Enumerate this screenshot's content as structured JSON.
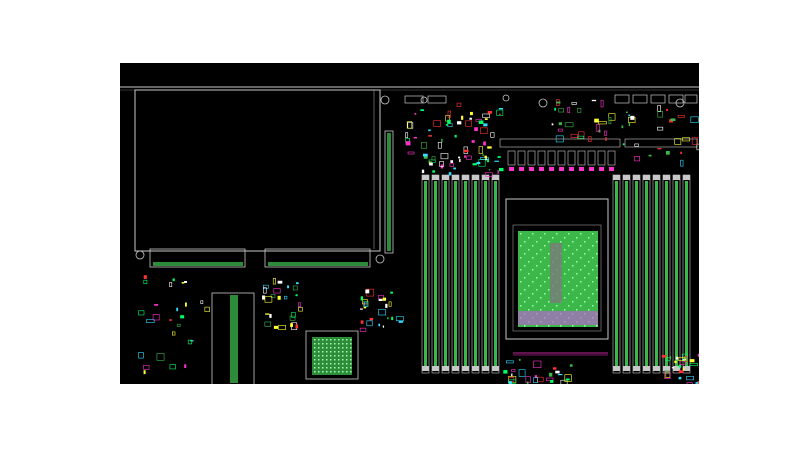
{
  "canvas": {
    "background": "#000000",
    "page_background": "#ffffff"
  },
  "colors": {
    "outline": "#c8c8c8",
    "trace_green": "#00ff66",
    "fill_green": "#3cb84a",
    "magenta": "#ff33cc",
    "cyan": "#33ddff",
    "yellow": "#ffff33",
    "red": "#ff3333",
    "white": "#ffffff"
  },
  "components": {
    "cpu_socket": "cpu-socket",
    "dimm_left_count": 8,
    "dimm_right_count": 8,
    "pcie_slots": 2,
    "chipset": "chipset"
  }
}
